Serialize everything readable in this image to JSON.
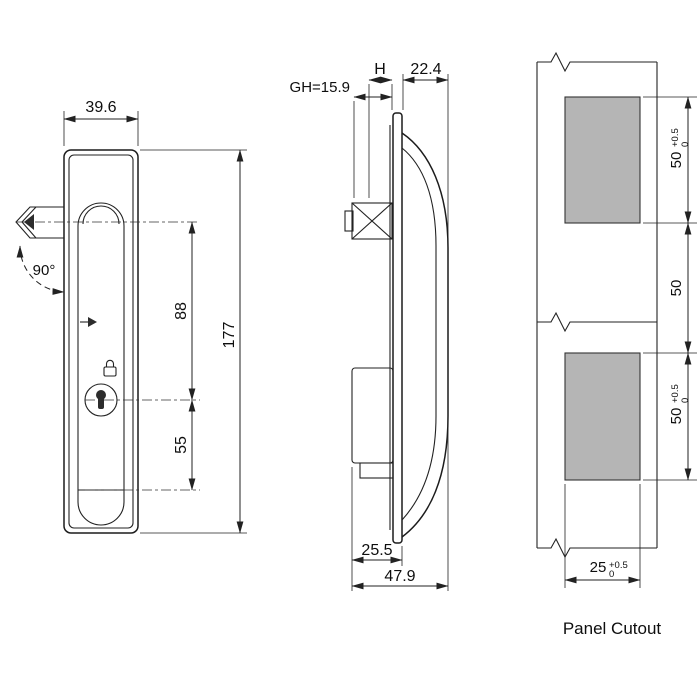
{
  "drawing": {
    "title": "Panel Cutout",
    "colors": {
      "line": "#222222",
      "hole_fill": "#b5b5b5",
      "background": "#ffffff"
    },
    "front_view": {
      "width": "39.6",
      "height": "177",
      "upper_span": "88",
      "lower_span": "55",
      "handle_angle": "90°"
    },
    "side_view": {
      "grip_height": "GH=15.9",
      "handle_thickness": "H",
      "protrusion": "22.4",
      "case_depth": "25.5",
      "total_depth": "47.9"
    },
    "panel_cutout": {
      "caption": "Panel Cutout",
      "top_hole_height": "50",
      "top_hole_tol_plus": "+0.5",
      "top_hole_tol_minus": "0",
      "hole_spacing": "50",
      "bottom_hole_height": "50",
      "bottom_hole_tol_plus": "+0.5",
      "bottom_hole_tol_minus": "0",
      "cutout_width": "25",
      "cutout_width_tol_plus": "+0.5",
      "cutout_width_tol_minus": "0"
    }
  }
}
